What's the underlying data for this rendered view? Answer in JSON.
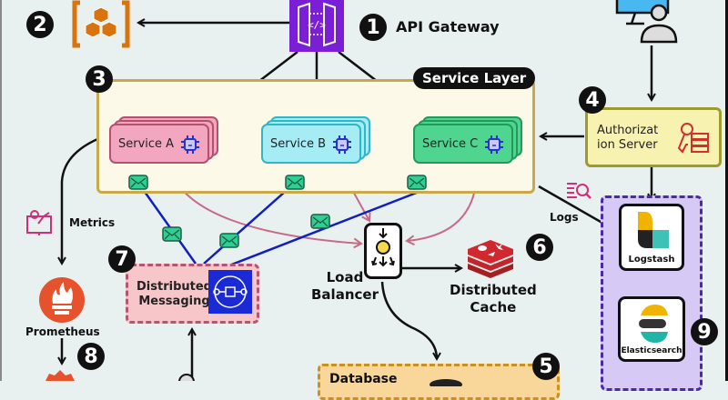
{
  "diagram": {
    "title": "System Design Architecture",
    "colors": {
      "background": "#e8f1ef",
      "api_gateway": "#7a1fd6",
      "service_layer_fill": "#fdf9e8",
      "service_layer_border": "#c9a94a",
      "service_a": "#f3a6c0",
      "service_b": "#a5ecf5",
      "service_c": "#4fd58f",
      "auth_server": "#f8f2b0",
      "messaging": "#f7c6c8",
      "messaging_icon": "#1a2bd6",
      "logging_group": "#d7c9f5",
      "database": "#f9d79a",
      "prometheus": "#e6522c",
      "redis": "#d0282e",
      "envelope": "#2fcf94",
      "message_line": "#1020c0",
      "lb_line": "#c76a86"
    },
    "nodes": {
      "api_gateway": {
        "badge": "1",
        "label": "API Gateway",
        "icon": "api-gateway-icon"
      },
      "service_registry": {
        "badge": "2",
        "icon": "cubes-icon"
      },
      "service_layer": {
        "badge": "3",
        "label": "Service Layer"
      },
      "services": [
        {
          "label": "Service A",
          "icon": "cpu-chip-icon"
        },
        {
          "label": "Service B",
          "icon": "cpu-chip-icon"
        },
        {
          "label": "Service C",
          "icon": "cpu-chip-icon"
        }
      ],
      "auth_server": {
        "badge": "4",
        "label_line1": "Authorizat",
        "label_line2": "ion Server",
        "icon": "key-server-icon"
      },
      "database": {
        "badge": "5",
        "label": "Database"
      },
      "cache": {
        "badge": "6",
        "label_line1": "Distributed",
        "label_line2": "Cache",
        "icon": "redis-icon"
      },
      "messaging": {
        "badge": "7",
        "label_line1": "Distributed",
        "label_line2": "Messaging",
        "icon": "message-queue-icon"
      },
      "monitoring": {
        "badge": "8",
        "label": "Prometheus",
        "icon": "prometheus-icon"
      },
      "load_balancer": {
        "label_line1": "Load",
        "label_line2": "Balancer",
        "icon": "load-balancer-icon"
      },
      "logging": {
        "badge": "9",
        "logstash": "Logstash",
        "elasticsearch": "Elasticsearch"
      },
      "client": {
        "icon": "user-computer-icon"
      }
    },
    "edges": {
      "metrics_label": "Metrics",
      "logs_label": "Logs"
    }
  }
}
